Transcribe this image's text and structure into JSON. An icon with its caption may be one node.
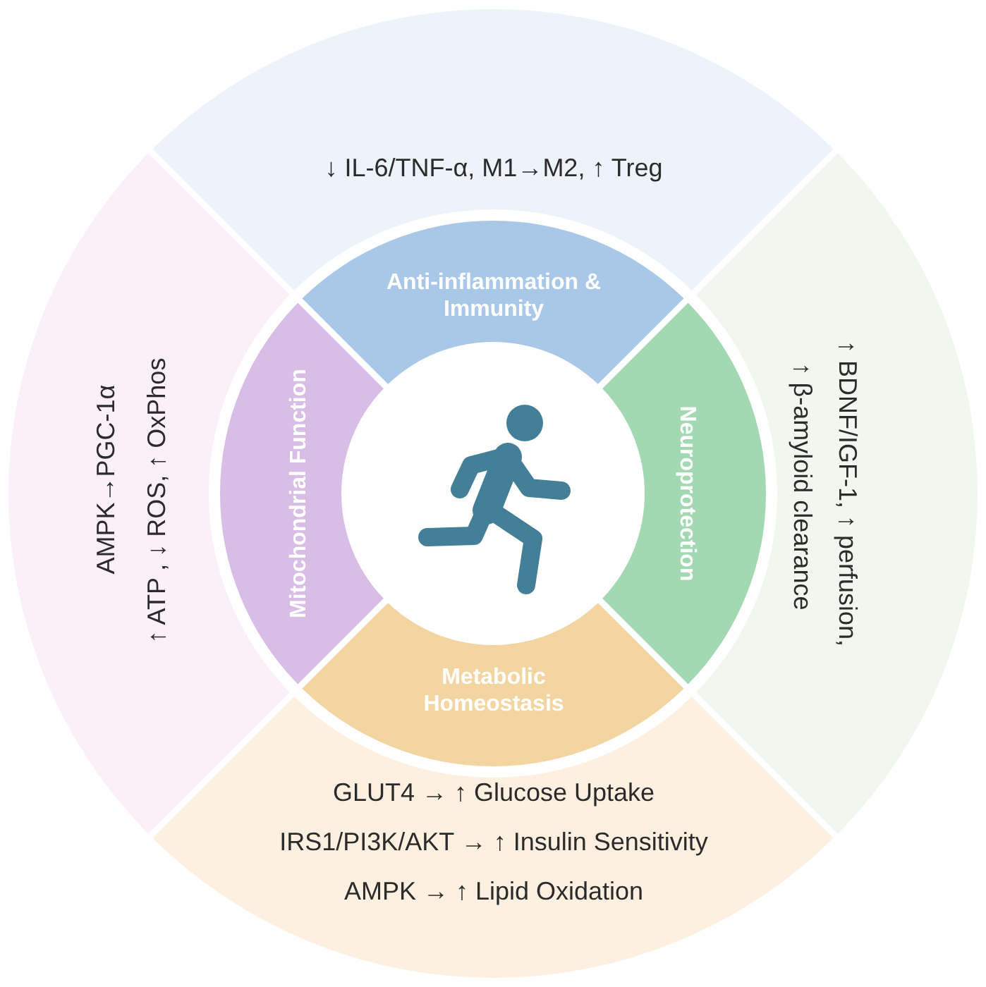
{
  "diagram": {
    "nodes": [
      {
        "text": [
          "↓ IL-6/TNF-α, M1→M2, ↑ Treg"
        ]
      },
      {
        "text": [
          "Anti-inflammation & Immunity"
        ]
      },
      {
        "text": [
          "Mitochondrial Function"
        ]
      },
      {
        "text": [
          "Neuroprotection"
        ]
      },
      {
        "text": [
          "Metabolic Homeostasis"
        ]
      },
      {
        "text": [
          "AMPK→PGC-1α",
          "↑ ATP , ↓ ROS, ↑ OxPhos"
        ]
      },
      {
        "text": [
          "↑ BDNF/IGF-1, ↑ perfusion,",
          "↑ β-amyloid clearance"
        ]
      },
      {
        "text": [
          "GLUT4 → ↑ Glucose Uptake",
          "IRS1/PI3K/AKT → ↑ Insulin Sensitivity",
          "AMPK → ↑ Lipid Oxidation"
        ]
      }
    ]
  }
}
